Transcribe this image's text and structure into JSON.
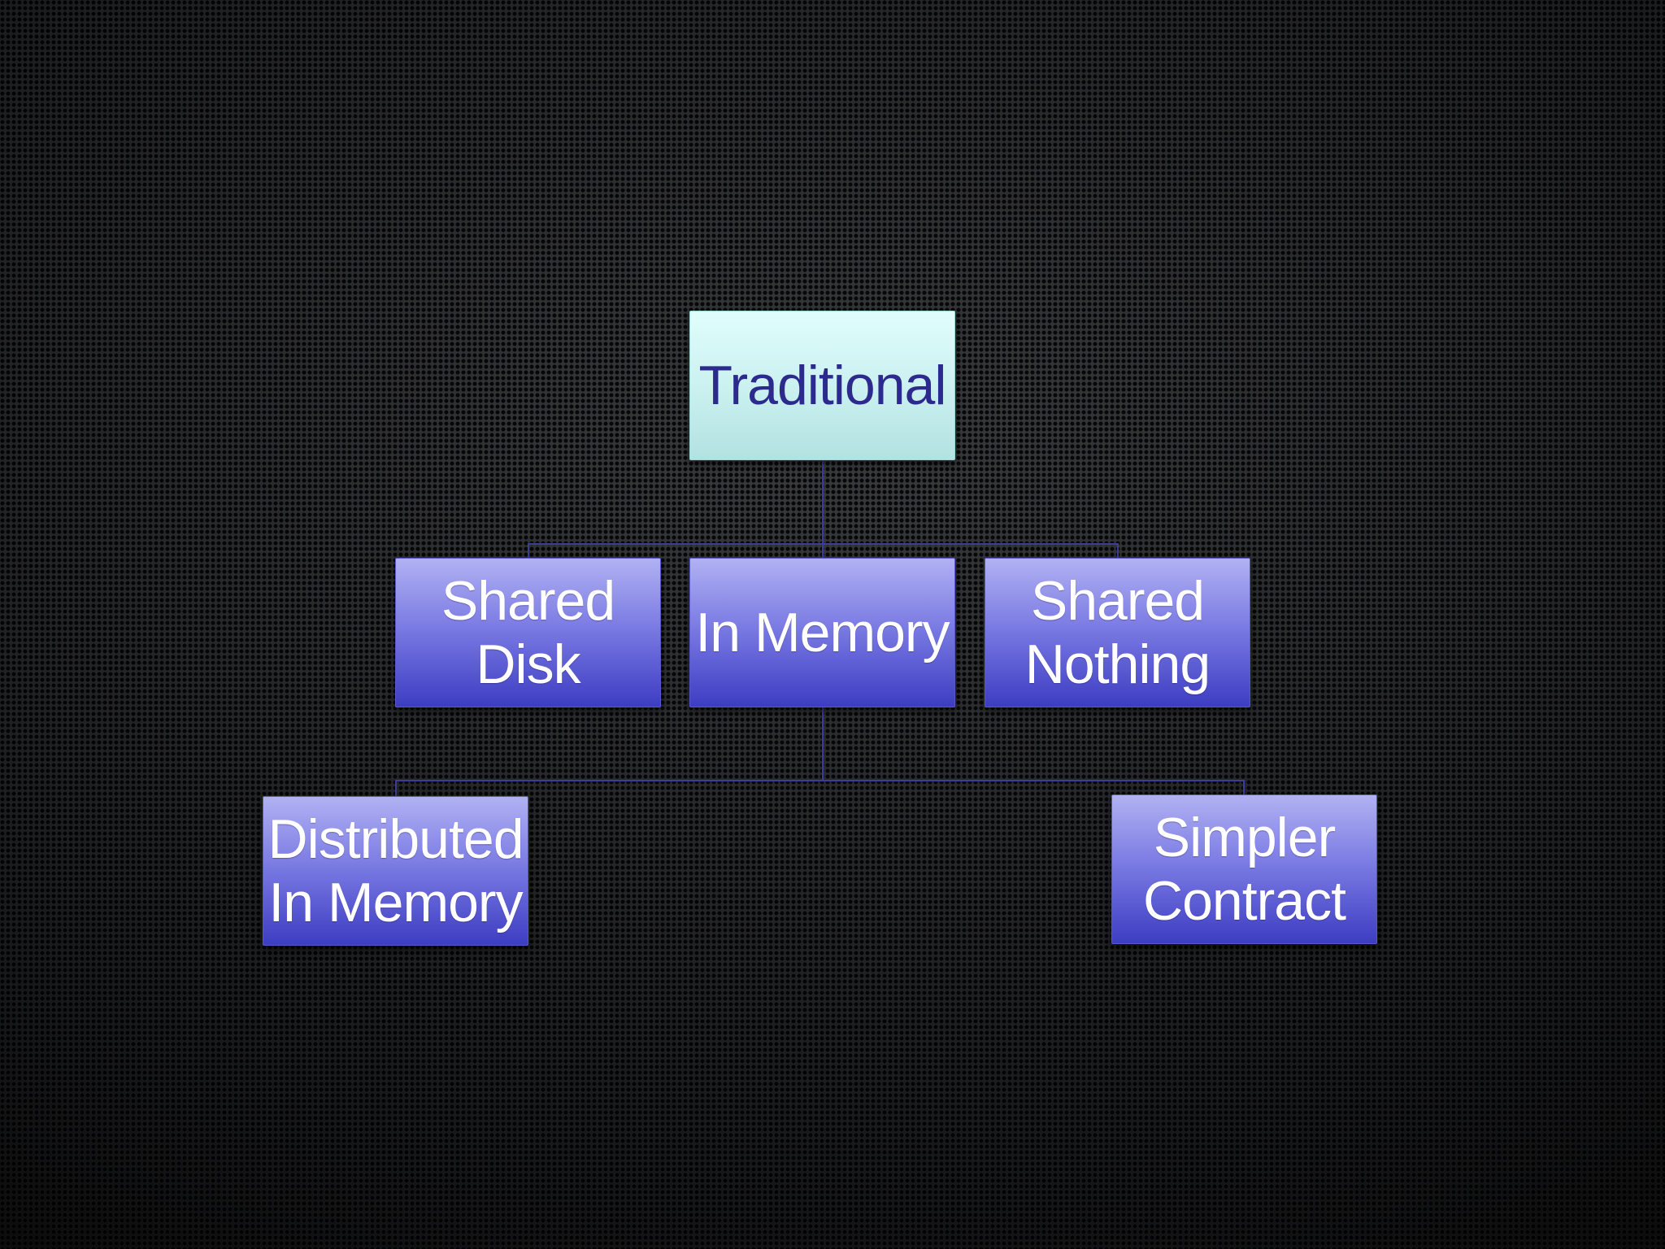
{
  "diagram": {
    "type": "org-chart",
    "colors": {
      "root_fill": "#c9f0ef",
      "root_text": "#2c2a8c",
      "child_fill": "#6666d6",
      "child_text": "#ffffff",
      "connector": "#3c3c9a",
      "background": "#1b1c1e"
    },
    "nodes": {
      "traditional": {
        "label": "Traditional"
      },
      "shared_disk": {
        "label": "Shared\nDisk"
      },
      "in_memory": {
        "label": "In Memory"
      },
      "shared_nothing": {
        "label": "Shared\nNothing"
      },
      "distributed_in_memory": {
        "label": "Distributed\nIn Memory"
      },
      "simpler_contract": {
        "label": "Simpler\nContract"
      }
    },
    "edges": [
      {
        "from": "traditional",
        "to": "shared_disk"
      },
      {
        "from": "traditional",
        "to": "in_memory"
      },
      {
        "from": "traditional",
        "to": "shared_nothing"
      },
      {
        "from": "in_memory",
        "to": "distributed_in_memory"
      },
      {
        "from": "in_memory",
        "to": "simpler_contract"
      }
    ]
  }
}
